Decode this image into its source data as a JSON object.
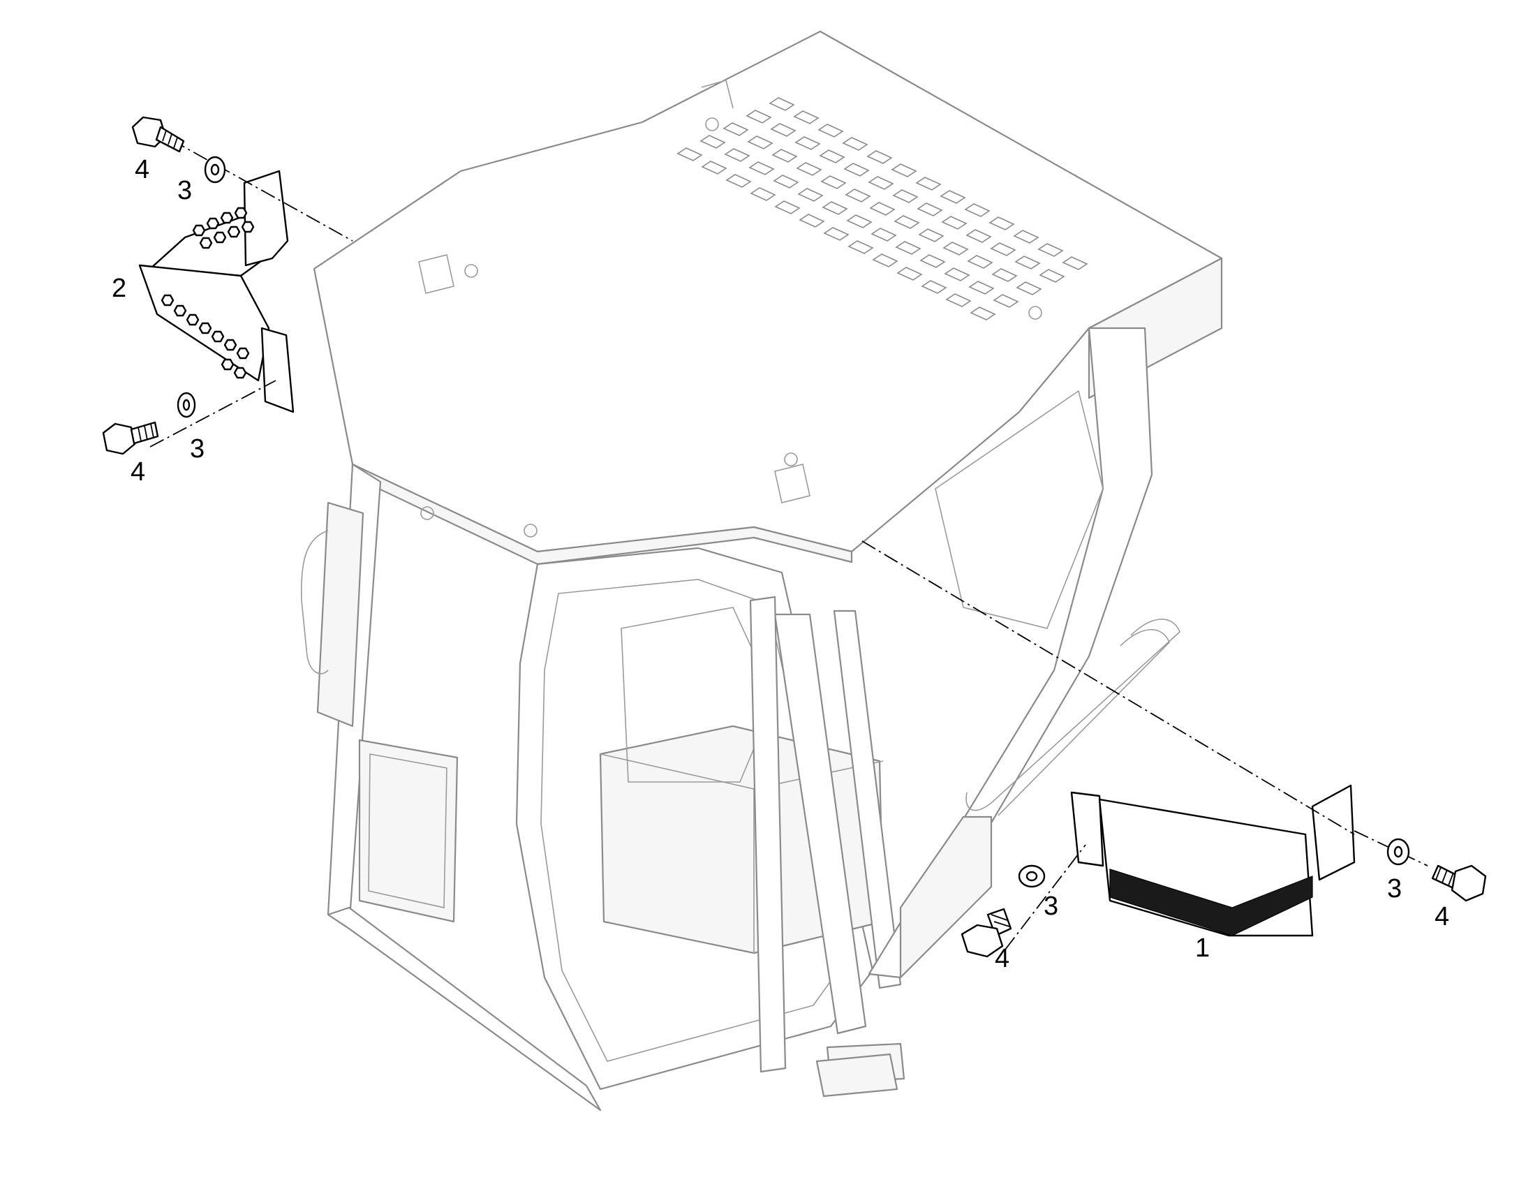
{
  "callouts": {
    "c_4_top_left": "4",
    "c_3_top_left": "3",
    "c_2": "2",
    "c_3_mid_left": "3",
    "c_4_mid_left": "4",
    "c_3_right_washer_left": "3",
    "c_4_right_bolt_left": "4",
    "c_1": "1",
    "c_3_right": "3",
    "c_4_right": "4"
  },
  "colors": {
    "cab_outline": "#8a8a8a",
    "part_outline": "#000000",
    "background": "#ffffff"
  }
}
